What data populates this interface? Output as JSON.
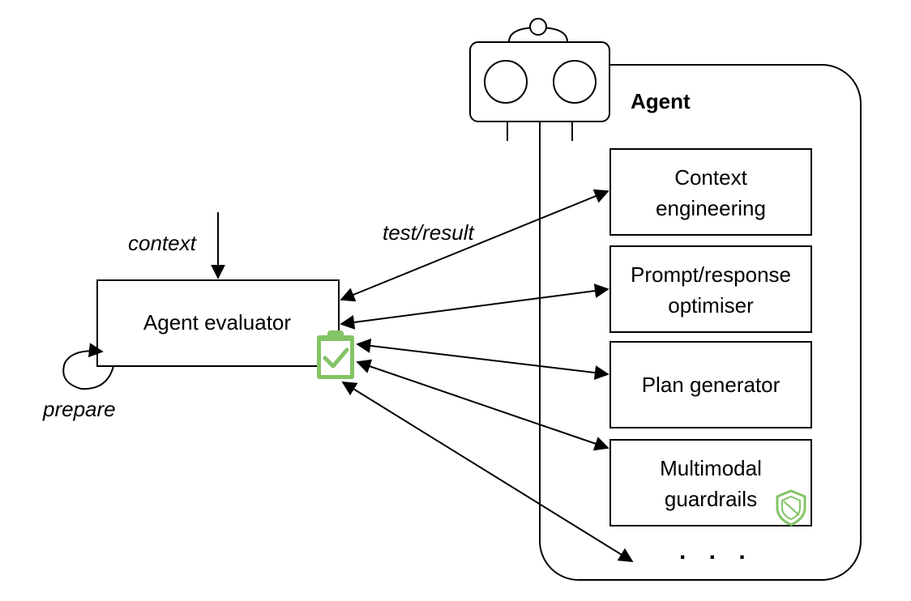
{
  "agent_evaluator": {
    "label": "Agent evaluator",
    "badge_icon": "clipboard-check-icon",
    "badge_color": "#82c466"
  },
  "labels": {
    "context": "context",
    "prepare": "prepare",
    "test_result": "test/result"
  },
  "agent": {
    "title": "Agent",
    "head_icon": "robot-head-icon",
    "modules": [
      {
        "line1": "Context",
        "line2": "engineering"
      },
      {
        "line1": "Prompt/response",
        "line2": "optimiser"
      },
      {
        "line1": "Plan generator",
        "line2": ""
      },
      {
        "line1": "Multimodal",
        "line2": "guardrails",
        "icon": "shield-icon",
        "icon_color": "#82c466"
      }
    ],
    "ellipsis": ". . ."
  }
}
